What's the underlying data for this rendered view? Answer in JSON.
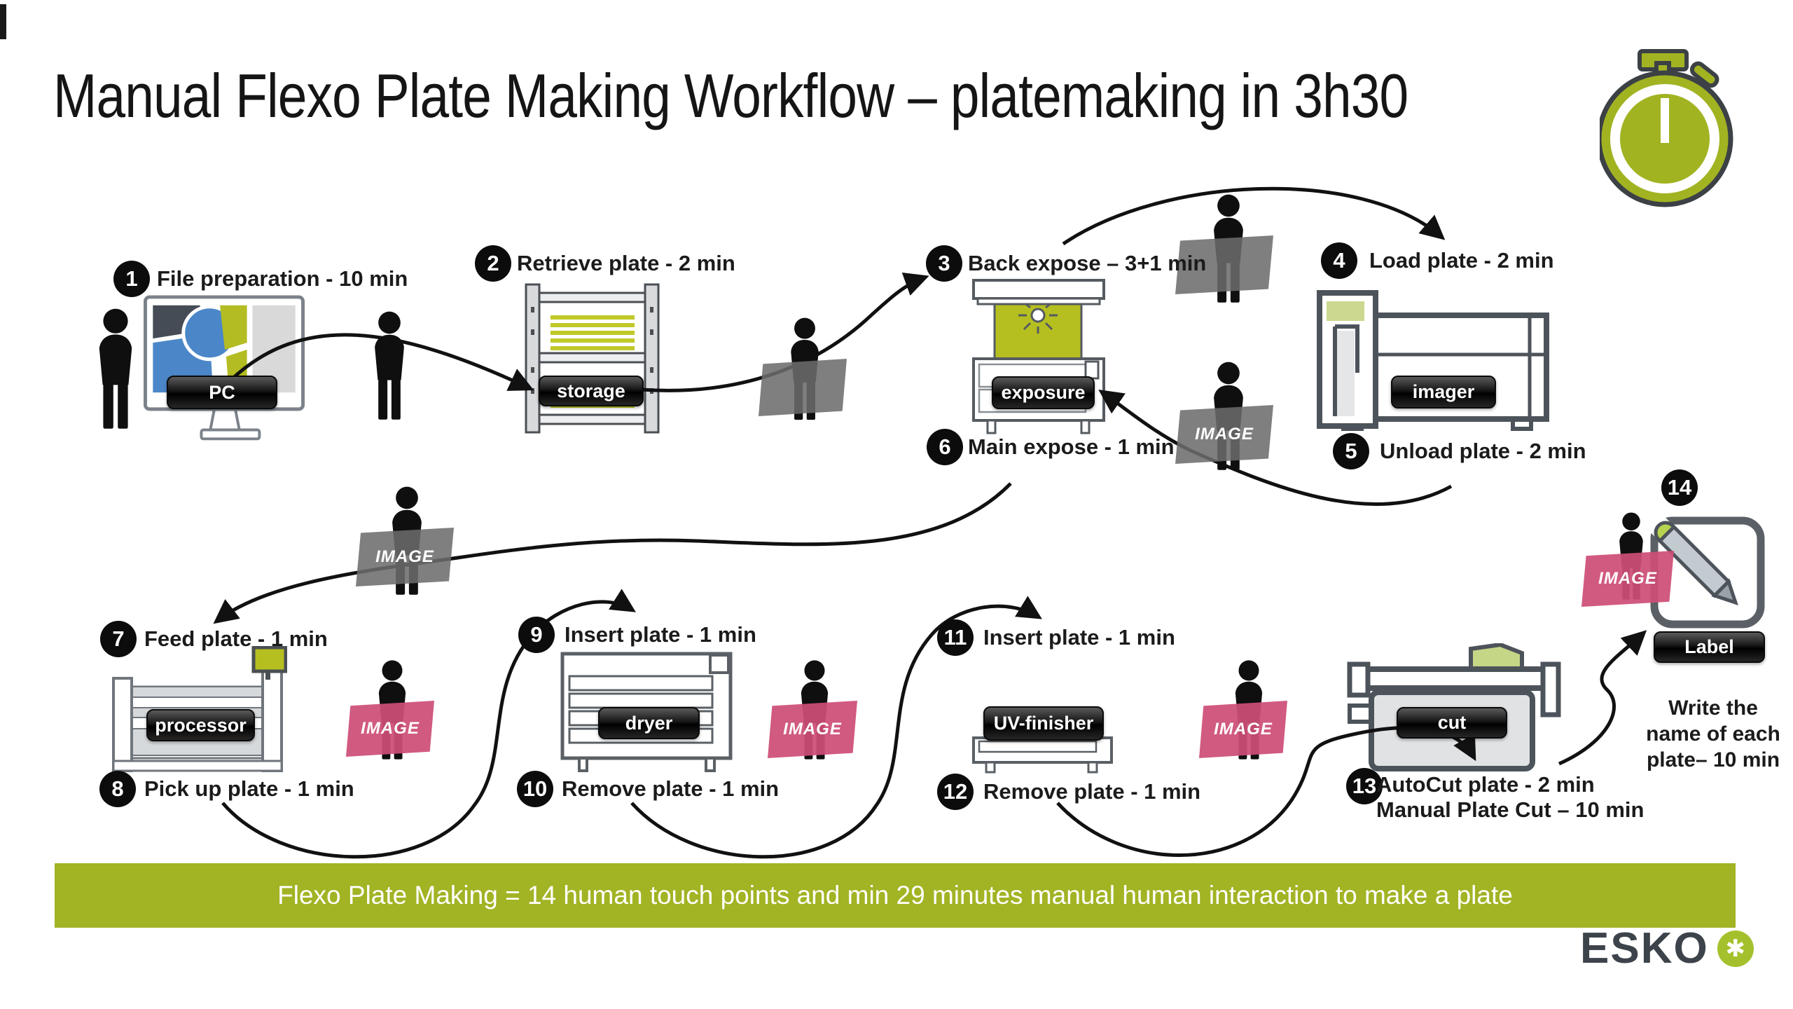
{
  "title": "Manual Flexo Plate Making Workflow – platemaking in 3h30",
  "steps": [
    {
      "num": "1",
      "label": "File preparation - 10 min"
    },
    {
      "num": "2",
      "label": "Retrieve plate - 2 min"
    },
    {
      "num": "3",
      "label": "Back expose – 3+1 min"
    },
    {
      "num": "4",
      "label": "Load plate - 2 min"
    },
    {
      "num": "5",
      "label": "Unload plate - 2 min"
    },
    {
      "num": "6",
      "label": "Main expose - 1 min"
    },
    {
      "num": "7",
      "label": "Feed plate - 1 min"
    },
    {
      "num": "8",
      "label": "Pick up plate - 1 min"
    },
    {
      "num": "9",
      "label": "Insert plate - 1 min"
    },
    {
      "num": "10",
      "label": "Remove plate - 1 min"
    },
    {
      "num": "11",
      "label": "Insert plate - 1 min"
    },
    {
      "num": "12",
      "label": "Remove plate - 1 min"
    },
    {
      "num": "13",
      "label": "AutoCut plate - 2 min",
      "label2": "Manual Plate Cut – 10 min"
    },
    {
      "num": "14",
      "label": "",
      "note": "Write the name of each plate– 10 min"
    }
  ],
  "machines": {
    "pc": "PC",
    "storage": "storage",
    "exposure": "exposure",
    "imager": "imager",
    "processor": "processor",
    "dryer": "dryer",
    "uv_finisher": "UV-finisher",
    "cut": "cut",
    "label": "Label"
  },
  "plate_tag": "IMAGE",
  "footer_banner": "Flexo Plate Making = 14 human touch points and min 29 minutes manual  human interaction to make a plate",
  "logo": {
    "text": "ESKO",
    "mark": "✱"
  },
  "colors": {
    "accent_green": "#a2b324",
    "stripe_green": "#c0c928",
    "panel_green": "#b6bf20",
    "light_green": "#ccd88f",
    "pink": "#ce4d76",
    "machine_dark": "#4d535a",
    "black": "#111111"
  }
}
